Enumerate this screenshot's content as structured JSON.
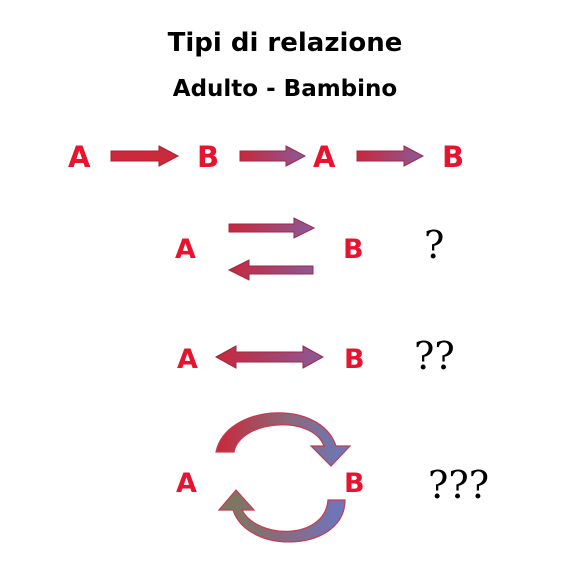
{
  "title": "Tipi di relazione",
  "subtitle": "Adulto - Bambino",
  "row1": {
    "labels": [
      "A",
      "B",
      "A",
      "B"
    ]
  },
  "row2": {
    "left": "A",
    "right": "B",
    "question": "?"
  },
  "row3": {
    "left": "A",
    "right": "B",
    "question": "??"
  },
  "row4": {
    "left": "A",
    "right": "B",
    "question": "???"
  },
  "colors": {
    "label_red": "#e8142f",
    "arrow_red": "#c8283a",
    "arrow_purple": "#8a5a9a",
    "arrow_olive": "#7a7a5a",
    "arrow_blue": "#6a78c0"
  }
}
